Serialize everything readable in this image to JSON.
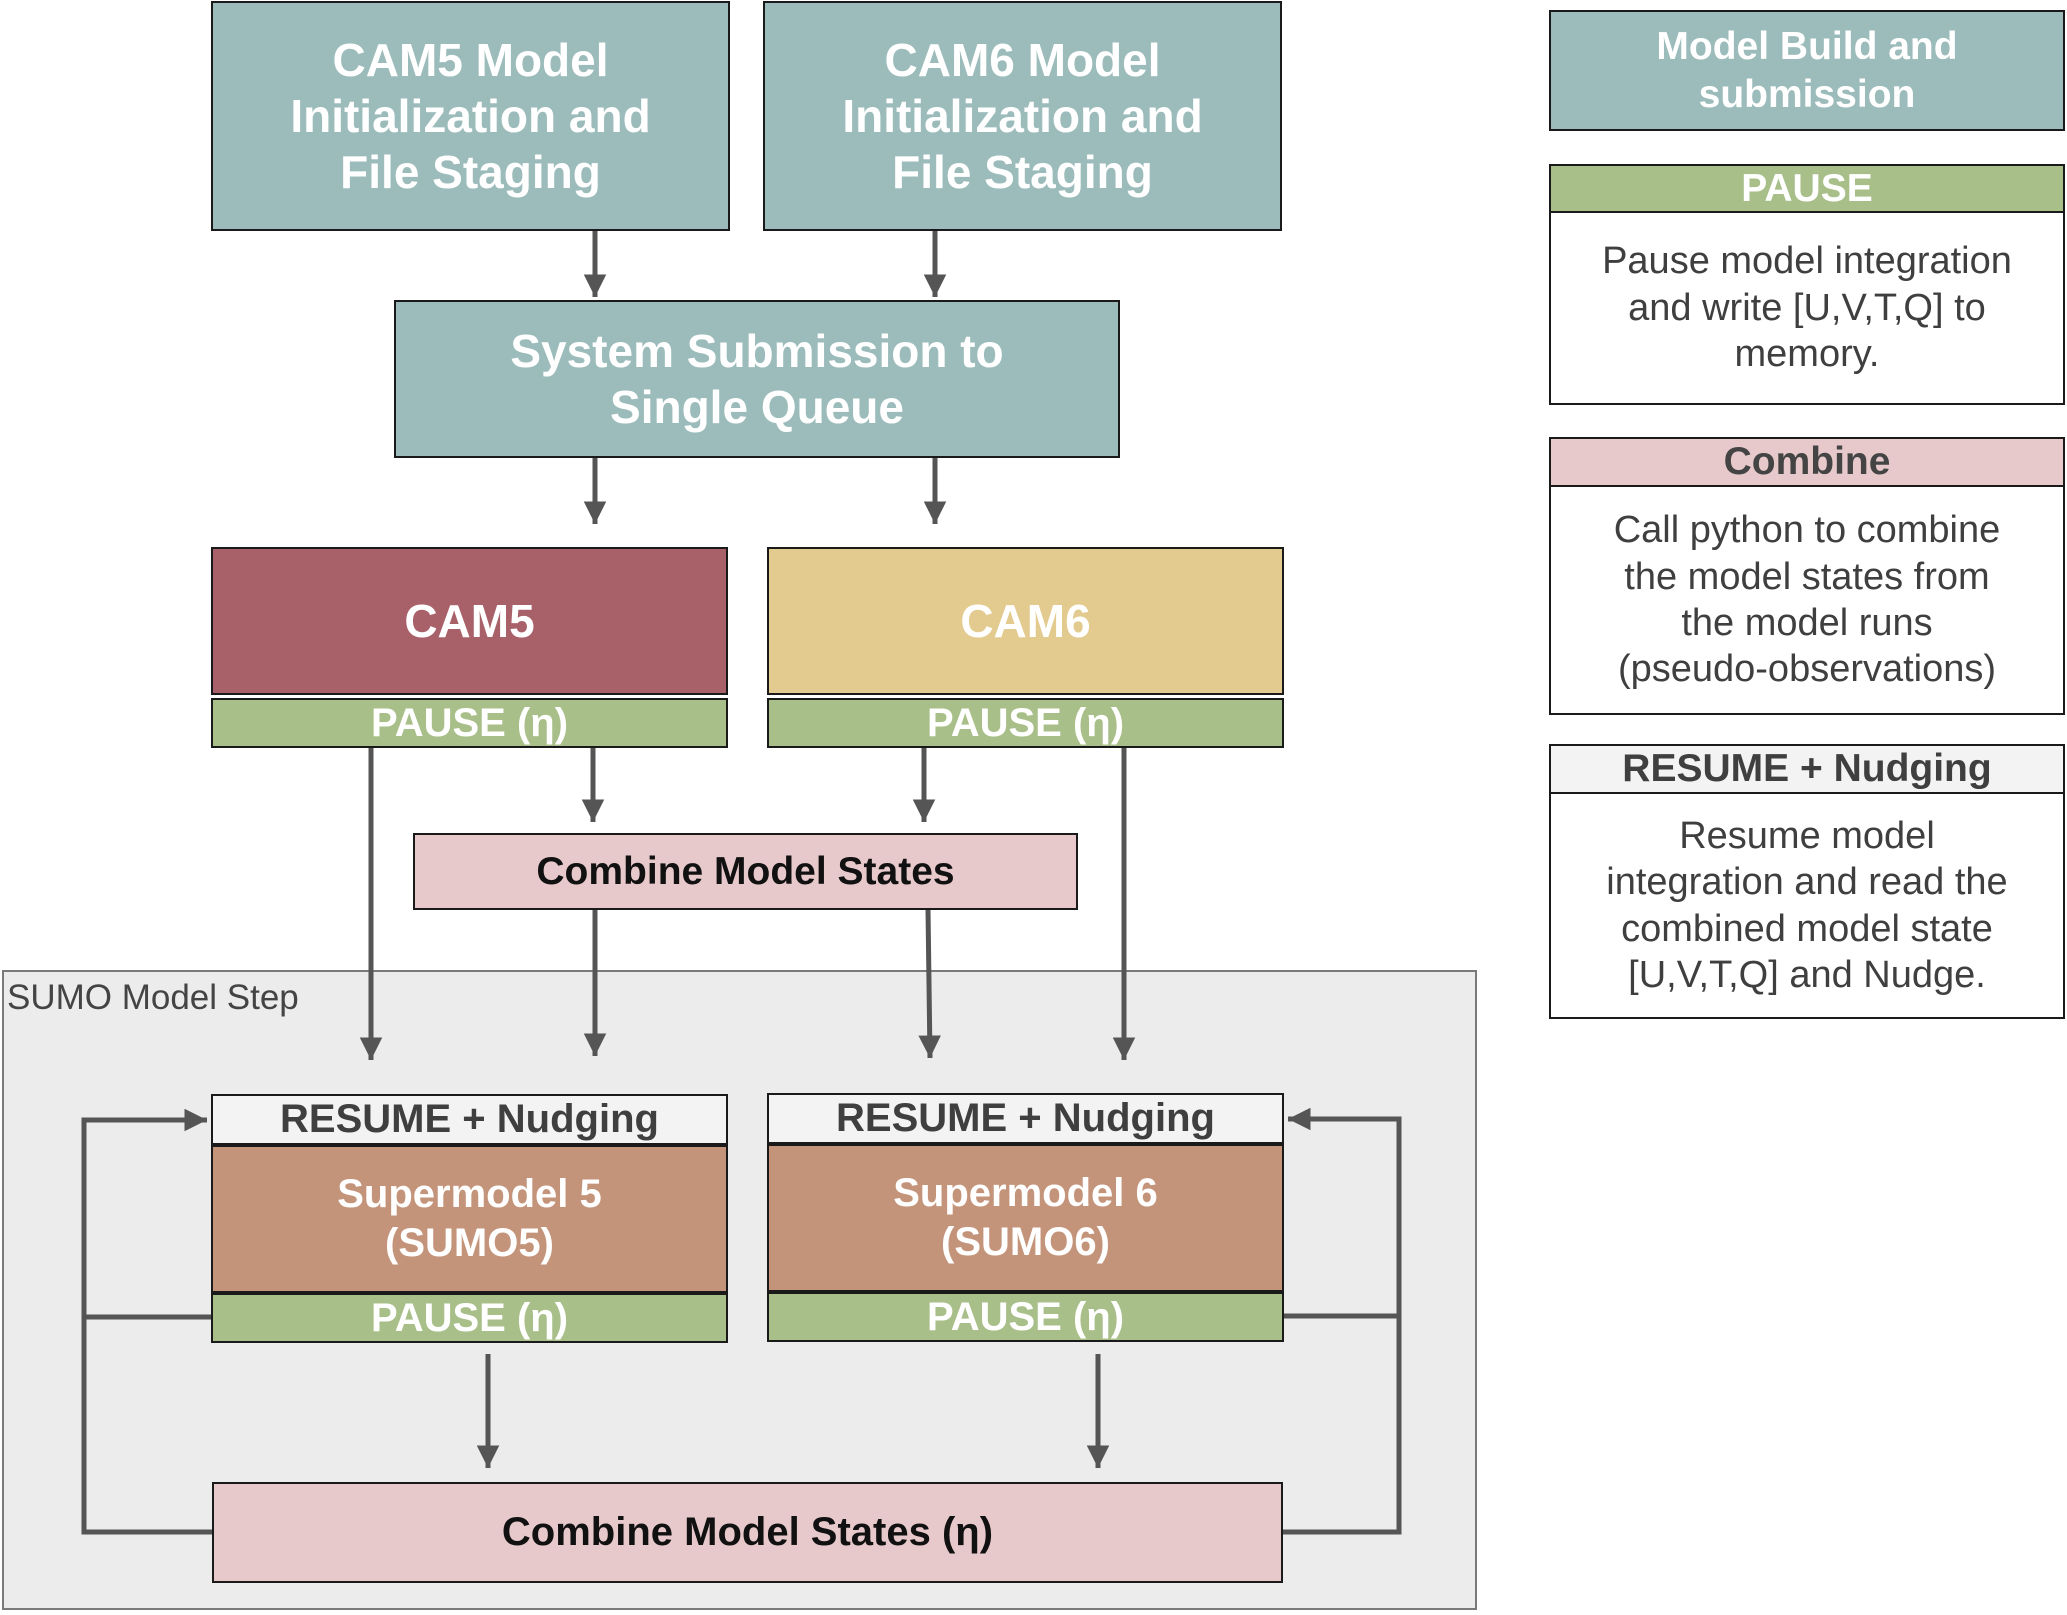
{
  "flow": {
    "cam5_init": "CAM5 Model\nInitialization and\nFile Staging",
    "cam6_init": "CAM6 Model\nInitialization and\nFile Staging",
    "system_submission": "System Submission to\nSingle Queue",
    "cam5": "CAM5",
    "cam6": "CAM6",
    "cam5_pause": "PAUSE (η)",
    "cam6_pause": "PAUSE (η)",
    "combine_states": "Combine Model States",
    "sumo_step_label": "SUMO Model Step",
    "sumo5_resume": "RESUME + Nudging",
    "sumo6_resume": "RESUME + Nudging",
    "sumo5": "Supermodel 5\n(SUMO5)",
    "sumo6": "Supermodel 6\n(SUMO6)",
    "sumo5_pause": "PAUSE (η)",
    "sumo6_pause": "PAUSE (η)",
    "combine_states_eta": "Combine Model States (η)"
  },
  "legend": {
    "build": "Model Build and\nsubmission",
    "pause_title": "PAUSE",
    "pause_desc": "Pause model integration\nand write [U,V,T,Q] to\nmemory.",
    "combine_title": "Combine",
    "combine_desc": "Call python to combine\nthe model states from\nthe model runs\n(pseudo-observations)",
    "resume_title": "RESUME + Nudging",
    "resume_desc": "Resume model\nintegration and read the\ncombined model state\n[U,V,T,Q] and Nudge."
  },
  "colors": {
    "build": "#9cbcbb",
    "pause": "#a9bf8a",
    "combine": "#e8c9cb",
    "cam5": "#a96169",
    "cam6": "#e3cb8f",
    "supermodel": "#c4947a",
    "resume": "#f3f3f3",
    "sumo_region": "#ececec",
    "connector": "#555555"
  }
}
